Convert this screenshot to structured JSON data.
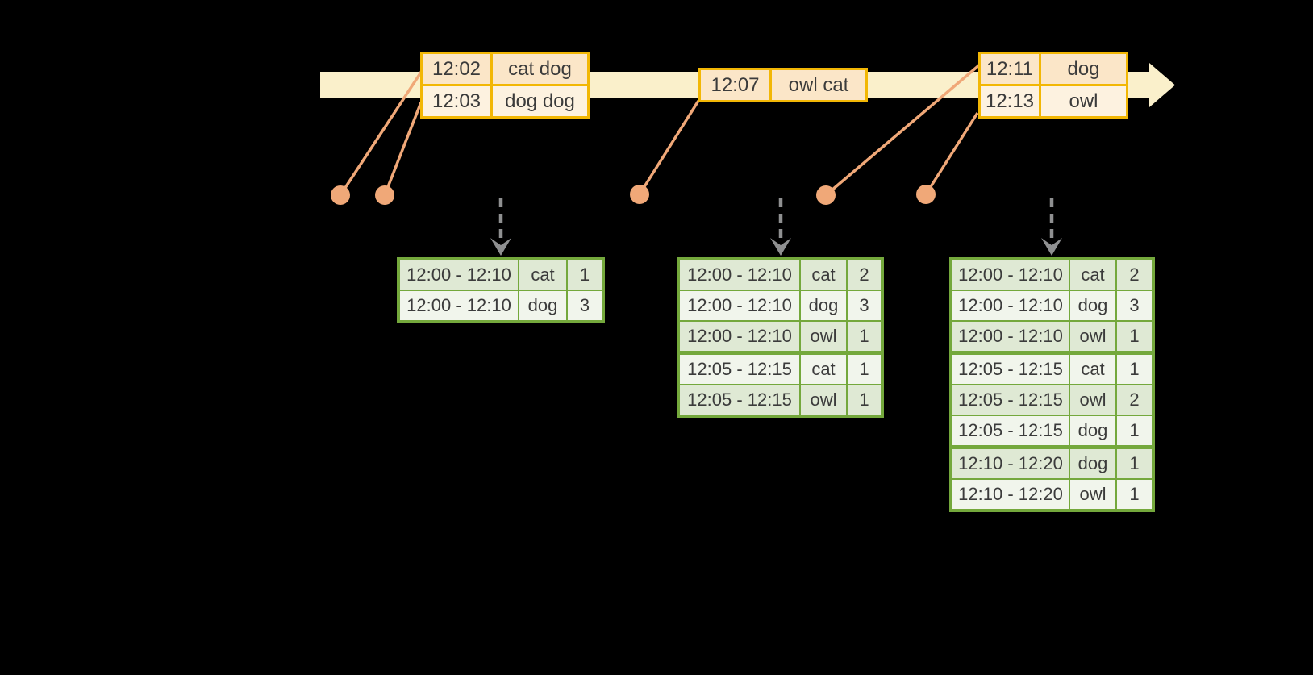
{
  "events": [
    {
      "rows": [
        {
          "time": "12:02",
          "words": "cat dog"
        },
        {
          "time": "12:03",
          "words": "dog dog"
        }
      ]
    },
    {
      "rows": [
        {
          "time": "12:07",
          "words": "owl cat"
        }
      ]
    },
    {
      "rows": [
        {
          "time": "12:11",
          "words": "dog"
        },
        {
          "time": "12:13",
          "words": "owl"
        }
      ]
    }
  ],
  "tables": [
    {
      "rows": [
        {
          "window": "12:00 - 12:10",
          "word": "cat",
          "count": "1"
        },
        {
          "window": "12:00 - 12:10",
          "word": "dog",
          "count": "3"
        }
      ]
    },
    {
      "rows": [
        {
          "window": "12:00 - 12:10",
          "word": "cat",
          "count": "2"
        },
        {
          "window": "12:00 - 12:10",
          "word": "dog",
          "count": "3"
        },
        {
          "window": "12:00 - 12:10",
          "word": "owl",
          "count": "1"
        },
        {
          "window": "12:05 - 12:15",
          "word": "cat",
          "count": "1"
        },
        {
          "window": "12:05 - 12:15",
          "word": "owl",
          "count": "1"
        }
      ]
    },
    {
      "rows": [
        {
          "window": "12:00 - 12:10",
          "word": "cat",
          "count": "2"
        },
        {
          "window": "12:00 - 12:10",
          "word": "dog",
          "count": "3"
        },
        {
          "window": "12:00 - 12:10",
          "word": "owl",
          "count": "1"
        },
        {
          "window": "12:05 - 12:15",
          "word": "cat",
          "count": "1"
        },
        {
          "window": "12:05 - 12:15",
          "word": "owl",
          "count": "2"
        },
        {
          "window": "12:05 - 12:15",
          "word": "dog",
          "count": "1"
        },
        {
          "window": "12:10 - 12:20",
          "word": "dog",
          "count": "1"
        },
        {
          "window": "12:10 - 12:20",
          "word": "owl",
          "count": "1"
        }
      ]
    }
  ],
  "icons": [
    {
      "name": "timeline-arrow-icon",
      "glyph": "right-arrow-band"
    },
    {
      "name": "event-dot-icon",
      "glyph": "filled-circle"
    },
    {
      "name": "trigger-arrow-icon",
      "glyph": "dashed-down-arrow"
    }
  ],
  "colors": {
    "background": "#000000",
    "timeline_band": "#FAF0CB",
    "event_border": "#F2B705",
    "event_fill_dark": "#FBE6C8",
    "event_fill_light": "#FDF2E0",
    "connector_and_dot": "#F0A878",
    "trigger_arrow": "#8F9091",
    "table_border": "#74A83C",
    "table_fill_dark": "#DFE9D4",
    "table_fill_light": "#F1F5EC",
    "text": "#3B3B3B"
  }
}
